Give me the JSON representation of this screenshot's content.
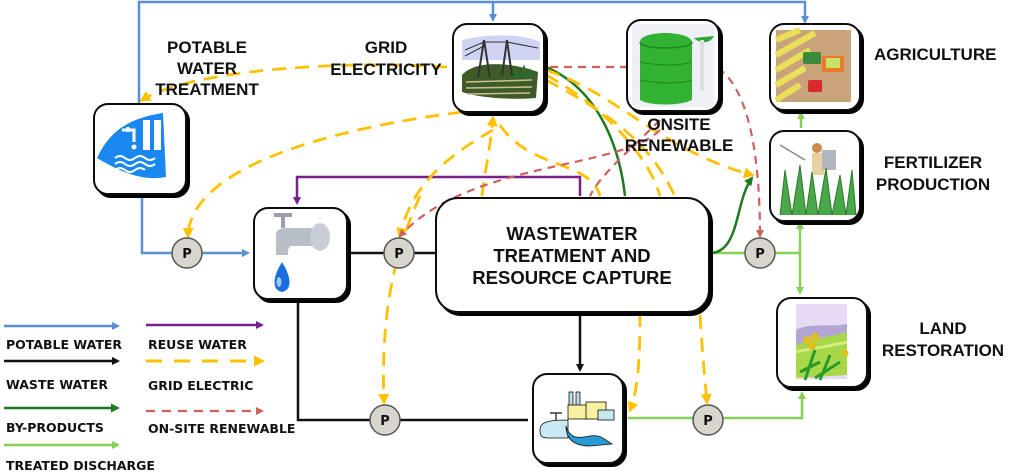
{
  "title": "Wastewater treatment and resource capture flow diagram",
  "colors": {
    "potable_water": "#5b8fd1",
    "waste_water": "#111111",
    "by_products": "#1e7a1e",
    "treated_discharge": "#86d156",
    "reuse_water": "#7a1f8f",
    "grid_electric": "#ffc000",
    "onsite_renewable": "#d06060",
    "pump_fill": "#d8d6cc"
  },
  "nodes": {
    "potable_treatment": {
      "label_lines": [
        "POTABLE",
        "WATER",
        "TREATMENT"
      ],
      "icon": "water-treatment-plant-icon"
    },
    "grid_electricity": {
      "label_lines": [
        "GRID",
        "ELECTRICITY"
      ],
      "icon": "power-pylon-icon"
    },
    "onsite_renewable": {
      "label_lines": [
        "ONSITE",
        "RENEWABLE"
      ],
      "icon": "biogas-tank-icon"
    },
    "agriculture": {
      "label_lines": [
        "AGRICULTURE"
      ],
      "icon": "harvester-icon"
    },
    "fertilizer": {
      "label_lines": [
        "FERTILIZER",
        "PRODUCTION"
      ],
      "icon": "crop-sprayer-icon"
    },
    "land_restoration": {
      "label_lines": [
        "LAND",
        "RESTORATION"
      ],
      "icon": "meadow-landscape-icon"
    },
    "water_use": {
      "icon": "faucet-icon"
    },
    "wastewater_treatment": {
      "label_lines": [
        "WASTEWATER",
        "TREATMENT AND",
        "RESOURCE CAPTURE"
      ]
    },
    "discharge": {
      "icon": "outfall-factory-icon"
    }
  },
  "pump_label": "P",
  "legend": [
    {
      "label": "POTABLE WATER",
      "key": "potable_water",
      "style": "solid"
    },
    {
      "label": "WASTE WATER",
      "key": "waste_water",
      "style": "solid"
    },
    {
      "label": "BY-PRODUCTS",
      "key": "by_products",
      "style": "solid"
    },
    {
      "label": "TREATED DISCHARGE",
      "key": "treated_discharge",
      "style": "solid"
    },
    {
      "label": "REUSE WATER",
      "key": "reuse_water",
      "style": "solid"
    },
    {
      "label": "GRID ELECTRIC",
      "key": "grid_electric",
      "style": "dashed"
    },
    {
      "label": "ON-SITE RENEWABLE",
      "key": "onsite_renewable",
      "style": "dotted"
    }
  ]
}
